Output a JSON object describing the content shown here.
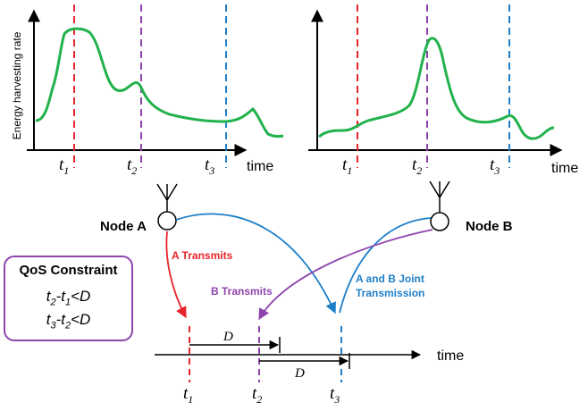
{
  "left_chart": {
    "ylabel": "Energy harvesting rate",
    "xlabel": "time",
    "ticks": [
      "t",
      "t",
      "t"
    ],
    "tick_subs": [
      "1",
      "2",
      "3"
    ]
  },
  "right_chart": {
    "xlabel": "time",
    "ticks": [
      "t",
      "t",
      "t"
    ],
    "tick_subs": [
      "1",
      "2",
      "3"
    ]
  },
  "nodes": {
    "a_label": "Node A",
    "b_label": "Node B"
  },
  "transmissions": {
    "a_label": "A Transmits",
    "b_label": "B Transmits",
    "joint_line1": "A and B Joint",
    "joint_line2": "Transmission"
  },
  "timeline": {
    "xlabel": "time",
    "d_label_1": "D",
    "d_label_2": "D",
    "ticks": [
      "t",
      "t",
      "t"
    ],
    "tick_subs": [
      "1",
      "2",
      "3"
    ]
  },
  "qos": {
    "title": "QoS Constraint",
    "line1_a": "t",
    "line1_a_sub": "2",
    "line1_mid": "-t",
    "line1_b_sub": "1",
    "line1_end": "<D",
    "line2_a": "t",
    "line2_a_sub": "3",
    "line2_mid": "-t",
    "line2_b_sub": "2",
    "line2_end": "<D"
  },
  "colors": {
    "curve": "#22b24c",
    "t1": "#e8242b",
    "t2": "#8e44ad",
    "t3": "#1e7fc8",
    "axis": "#000000"
  }
}
